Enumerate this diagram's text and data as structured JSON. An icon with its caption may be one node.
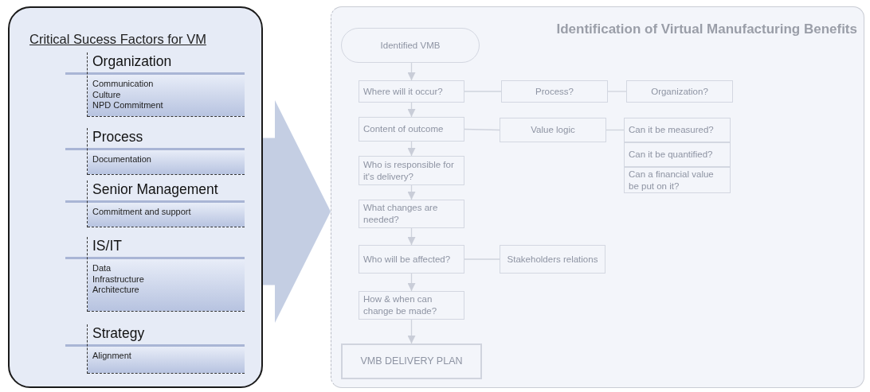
{
  "diagram": {
    "nodes": [
      {
        "text": [
          "Critical Sucess Factors for VM"
        ]
      },
      {
        "text": [
          "Organization",
          "Communication",
          "Culture",
          "NPD Commitment"
        ],
        "in": 0
      },
      {
        "text": [
          "Process",
          "Documentation"
        ],
        "in": 0
      },
      {
        "text": [
          "Senior Management",
          "Commitment and support"
        ],
        "in": 0
      },
      {
        "text": [
          "IS/IT",
          "Data",
          "Infrastructure",
          "Architecture"
        ],
        "in": 0
      },
      {
        "text": [
          "Strategy",
          "Alignment"
        ],
        "in": 0
      },
      {
        "text": [
          "Identification of Virtual Manufacturing Benefits"
        ]
      },
      {
        "text": [
          "Identified VMB"
        ],
        "in": 6
      },
      {
        "text": [
          "Where will it occur?"
        ],
        "in": 6
      },
      {
        "text": [
          "Process?"
        ],
        "in": 6
      },
      {
        "text": [
          "Organization?"
        ],
        "in": 6
      },
      {
        "text": [
          "Content of outcome"
        ],
        "in": 6
      },
      {
        "text": [
          "Value logic"
        ],
        "in": 6
      },
      {
        "text": [
          "Can it be measured?"
        ],
        "in": 6
      },
      {
        "text": [
          "Can it be quantified?"
        ],
        "in": 6
      },
      {
        "text": [
          "Can a financial value be put on it?"
        ],
        "in": 6
      },
      {
        "text": [
          "Who is responsible for it's delivery?"
        ],
        "in": 6
      },
      {
        "text": [
          "What changes are needed?"
        ],
        "in": 6
      },
      {
        "text": [
          "Who will be affected?"
        ],
        "in": 6
      },
      {
        "text": [
          "Stakeholders relations"
        ],
        "in": 6
      },
      {
        "text": [
          "How & when can change be made?"
        ],
        "in": 6
      },
      {
        "text": [
          "VMB DELIVERY PLAN"
        ],
        "in": 6
      }
    ],
    "edges": [
      {
        "from": 0,
        "to": 6,
        "arrow": "to",
        "style": "thick",
        "color": "#c4cee3"
      },
      {
        "from": 7,
        "to": 8,
        "arrow": "to"
      },
      {
        "from": 8,
        "to": 9,
        "arrow": "none"
      },
      {
        "from": 9,
        "to": 10,
        "arrow": "none"
      },
      {
        "from": 8,
        "to": 11,
        "arrow": "to"
      },
      {
        "from": 11,
        "to": 12,
        "arrow": "none"
      },
      {
        "from": 12,
        "to": 13,
        "arrow": "none"
      },
      {
        "from": 11,
        "to": 16,
        "arrow": "to"
      },
      {
        "from": 16,
        "to": 17,
        "arrow": "to"
      },
      {
        "from": 17,
        "to": 18,
        "arrow": "to"
      },
      {
        "from": 18,
        "to": 19,
        "arrow": "none"
      },
      {
        "from": 18,
        "to": 20,
        "arrow": "to"
      },
      {
        "from": 20,
        "to": 21,
        "arrow": "to"
      }
    ]
  }
}
